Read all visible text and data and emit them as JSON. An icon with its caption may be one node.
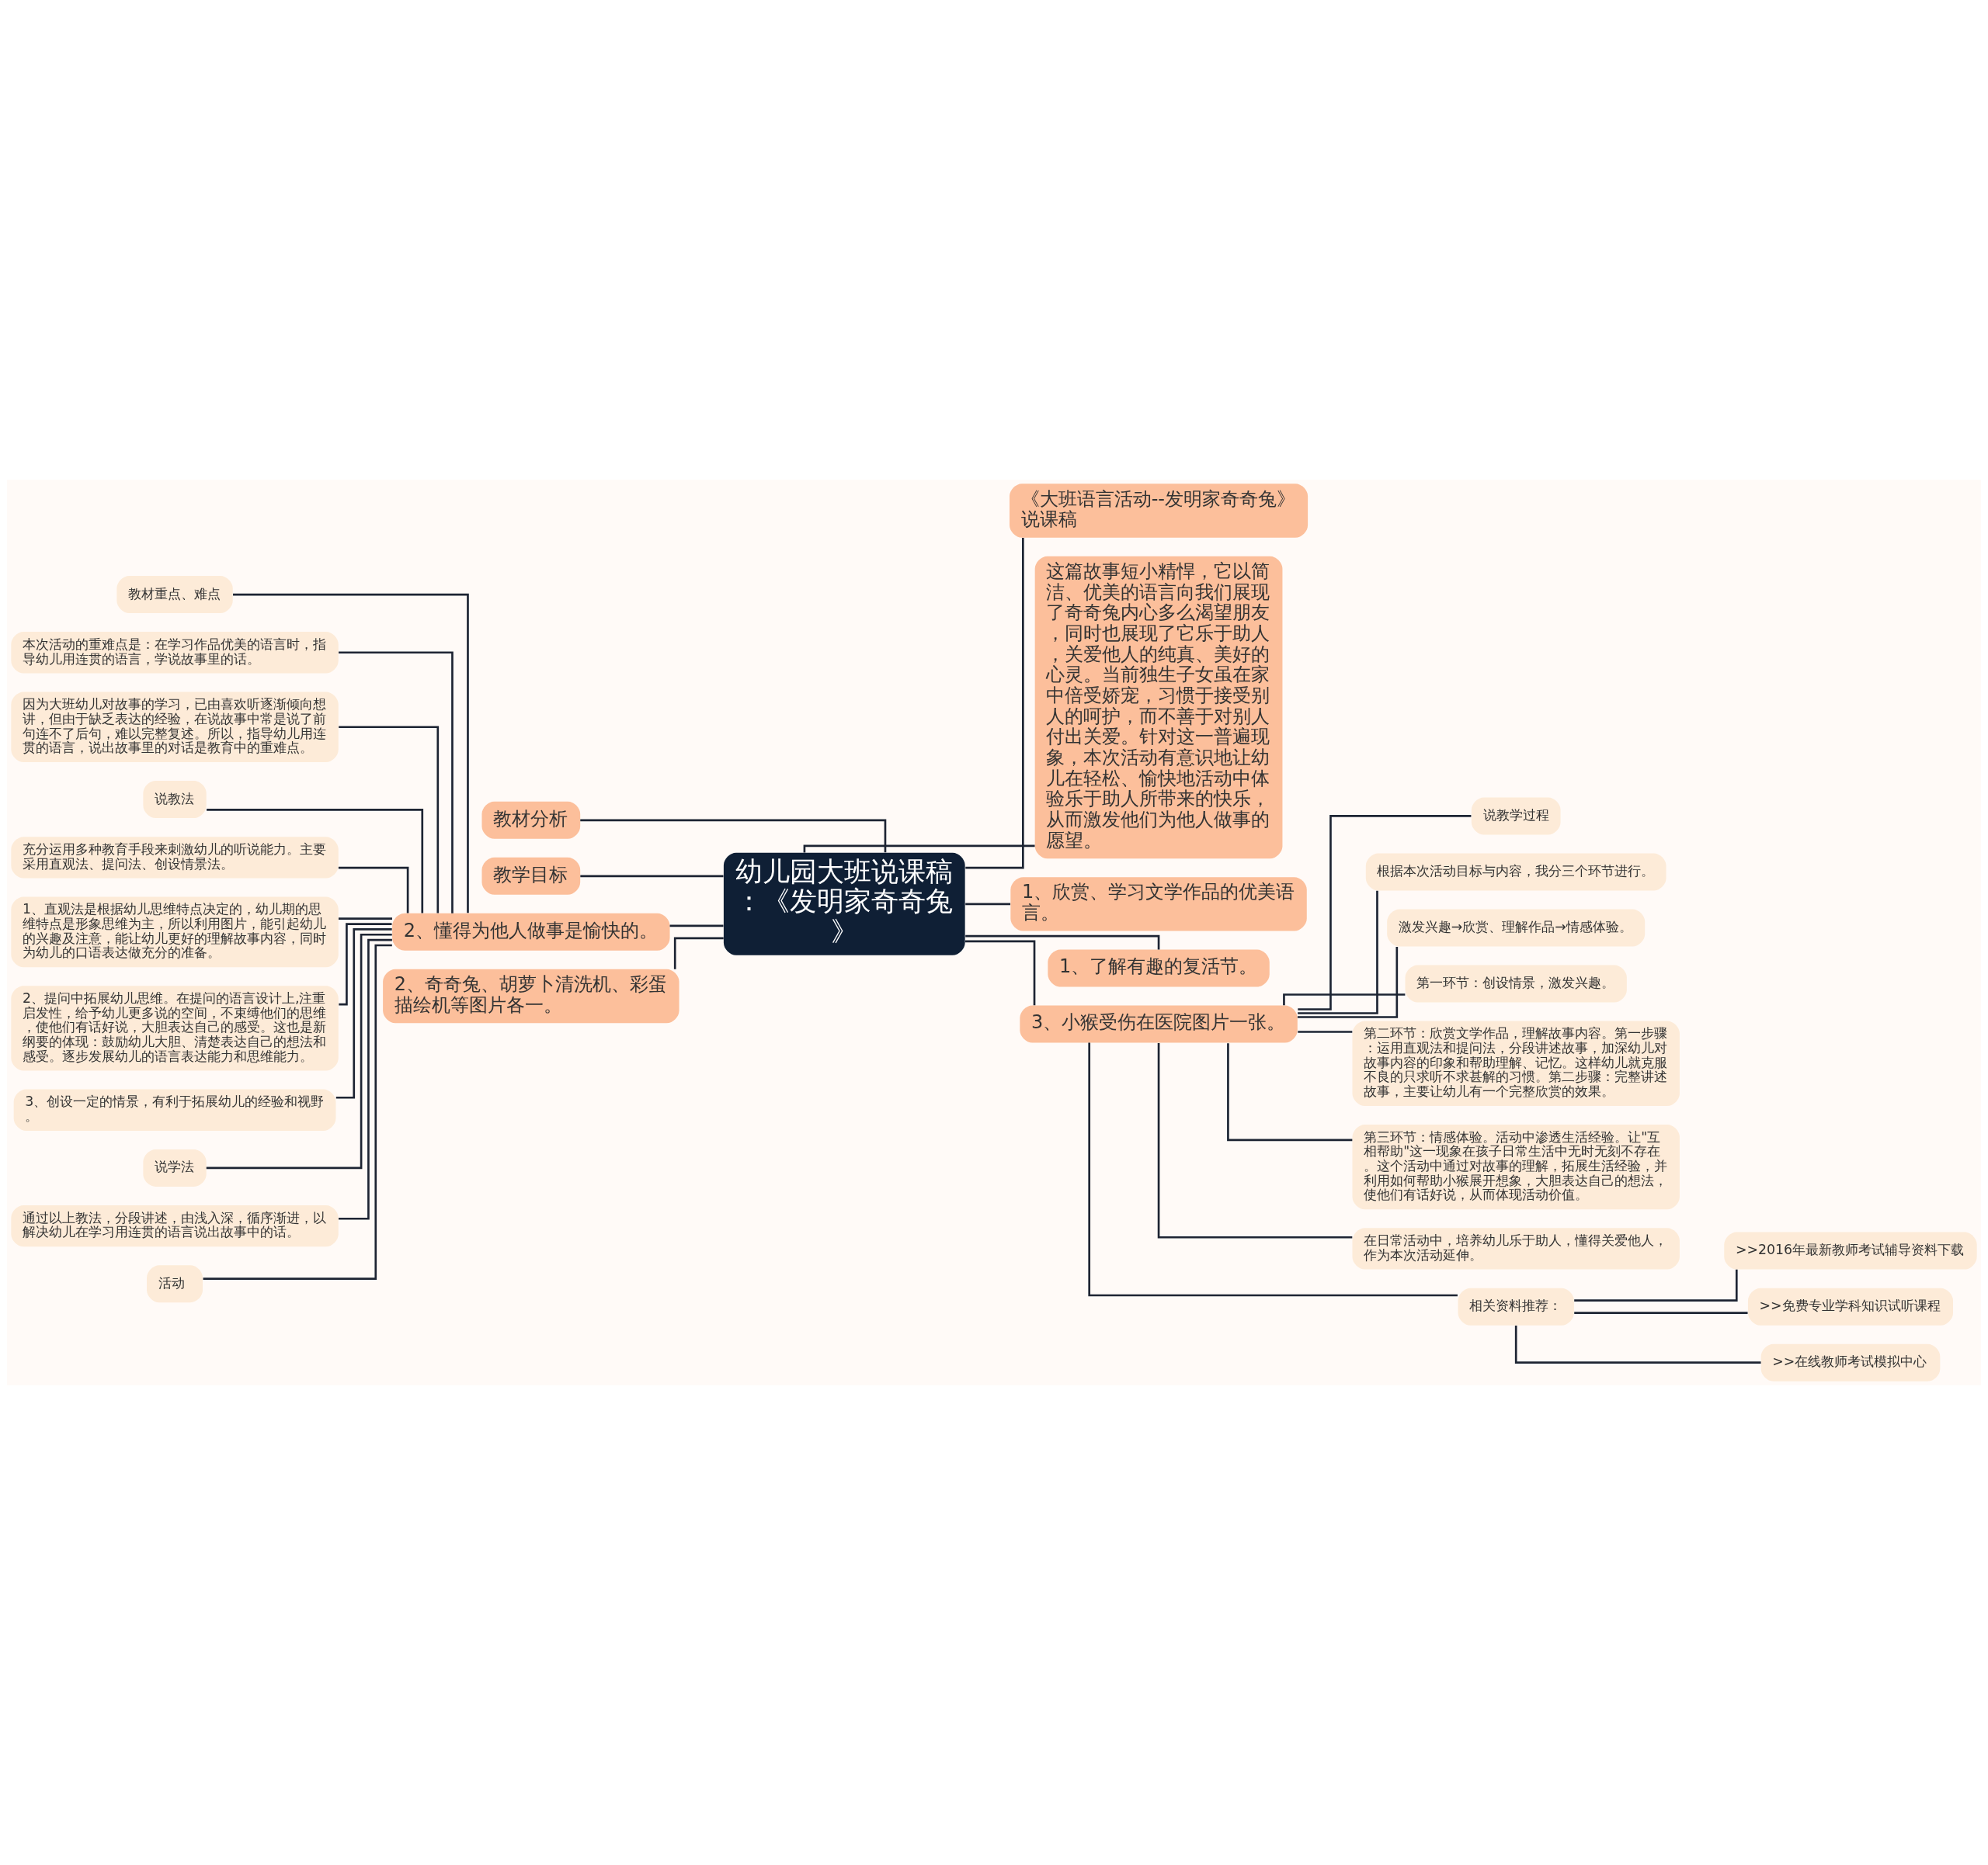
{
  "diagram": {
    "nodes": [
      {
        "text": [
          "幼儿园大班说课稿：《发明家奇奇兔》"
        ]
      },
      {
        "text": [
          "教材分析"
        ]
      },
      {
        "text": [
          "教学目标"
        ]
      },
      {
        "text": [
          "2、懂得为他人做事是愉快的。"
        ]
      },
      {
        "text": [
          "教材重点、难点"
        ]
      },
      {
        "text": [
          "本次活动的重难点是：在学习作品优美的语言时，指导幼儿用连贯的语言，学说故事里的话。"
        ]
      },
      {
        "text": [
          "因为大班幼儿对故事的学习，已由喜欢听逐渐倾向想讲，但由于缺乏表达的经验，在说故事中常是说了前句连不了后句，难以完整复述。所以，指导幼儿用连贯的语言，说出故事里的对话是教育中的重难点。"
        ]
      },
      {
        "text": [
          "说教法"
        ]
      },
      {
        "text": [
          "充分运用多种教育手段来刺激幼儿的听说能力。主要采用直观法、提问法、创设情景法。"
        ]
      },
      {
        "text": [
          "1、直观法是根据幼儿思维特点决定的，幼儿期的思维特点是形象思维为主，所以利用图片，能引起幼儿的兴趣及注意，能让幼儿更好的理解故事内容，同时为幼儿的口语表达做充分的准备。"
        ]
      },
      {
        "text": [
          "2、提问中拓展幼儿思维。在提问的语言设计上,注重启发性，给予幼儿更多说的空间，不束缚他们的思维，使他们有话好说，大胆表达自己的感受。这也是新纲要的体现：鼓励幼儿大胆、清楚表达自己的想法和感受。逐步发展幼儿的语言表达能力和思维能力。"
        ]
      },
      {
        "text": [
          "3、创设一定的情景，有利于拓展幼儿的经验和视野。"
        ]
      },
      {
        "text": [
          "说学法"
        ]
      },
      {
        "text": [
          "通过以上教法，分段讲述，由浅入深，循序渐进，以解决幼儿在学习用连贯的语言说出故事中的话。"
        ]
      },
      {
        "text": [
          "活动"
        ]
      },
      {
        "text": [
          "2、奇奇兔、胡萝卜清洗机、彩蛋描绘机等图片各一。"
        ]
      },
      {
        "text": [
          "《大班语言活动--发明家奇奇兔》说课稿"
        ]
      },
      {
        "text": [
          "这篇故事短小精悍，它以简洁、优美的语言向我们展现了奇奇兔内心多么渴望朋友，同时也展现了它乐于助人，关爱他人的纯真、美好的心灵。当前独生子女虽在家中倍受娇宠，习惯于接受别人的呵护，而不善于对别人付出关爱。针对这一普遍现象，本次活动有意识地让幼儿在轻松、愉快地活动中体验乐于助人所带来的快乐，从而激发他们为他人做事的愿望。"
        ]
      },
      {
        "text": [
          "1、欣赏、学习文学作品的优美语言。"
        ]
      },
      {
        "text": [
          "1、了解有趣的复活节。"
        ]
      },
      {
        "text": [
          "3、小猴受伤在医院图片一张。"
        ]
      },
      {
        "text": [
          "说教学过程"
        ]
      },
      {
        "text": [
          "根据本次活动目标与内容，我分三个环节进行。"
        ]
      },
      {
        "text": [
          "激发兴趣→欣赏、理解作品→情感体验。"
        ]
      },
      {
        "text": [
          "第一环节：创设情景，激发兴趣。"
        ]
      },
      {
        "text": [
          "第二环节：欣赏文学作品，理解故事内容。第一步骤：运用直观法和提问法，分段讲述故事，加深幼儿对故事内容的印象和帮助理解、记忆。这样幼儿就克服不良的只求听不求甚解的习惯。第二步骤：完整讲述故事，主要让幼儿有一个完整欣赏的效果。"
        ]
      },
      {
        "text": [
          "第三环节：情感体验。活动中渗透生活经验。让\"互相帮助\"这一现象在孩子日常生活中无时无刻不存在。这个活动中通过对故事的理解，拓展生活经验，并利用如何帮助小猴展开想象，大胆表达自己的想法，使他们有话好说，从而体现活动价值。"
        ]
      },
      {
        "text": [
          "在日常活动中，培养幼儿乐于助人，懂得关爱他人，作为本次活动延伸。"
        ]
      },
      {
        "text": [
          "相关资料推荐："
        ]
      },
      {
        "text": [
          ">>2016年最新教师考试辅导资料下载"
        ]
      },
      {
        "text": [
          ">>免费专业学科知识试听课程"
        ]
      },
      {
        "text": [
          ">>在线教师考试模拟中心"
        ]
      }
    ],
    "edges": [
      {
        "from": 0,
        "to": 1,
        "arrow": "none"
      },
      {
        "from": 0,
        "to": 2,
        "arrow": "none"
      },
      {
        "from": 0,
        "to": 3,
        "arrow": "none"
      },
      {
        "from": 3,
        "to": 4,
        "arrow": "none"
      },
      {
        "from": 3,
        "to": 5,
        "arrow": "none"
      },
      {
        "from": 3,
        "to": 6,
        "arrow": "none"
      },
      {
        "from": 3,
        "to": 7,
        "arrow": "none"
      },
      {
        "from": 3,
        "to": 8,
        "arrow": "none"
      },
      {
        "from": 3,
        "to": 9,
        "arrow": "none"
      },
      {
        "from": 3,
        "to": 10,
        "arrow": "none"
      },
      {
        "from": 3,
        "to": 11,
        "arrow": "none"
      },
      {
        "from": 3,
        "to": 12,
        "arrow": "none"
      },
      {
        "from": 3,
        "to": 13,
        "arrow": "none"
      },
      {
        "from": 3,
        "to": 14,
        "arrow": "none"
      },
      {
        "from": 0,
        "to": 15,
        "arrow": "none"
      },
      {
        "from": 0,
        "to": 16,
        "arrow": "none"
      },
      {
        "from": 0,
        "to": 17,
        "arrow": "none"
      },
      {
        "from": 0,
        "to": 18,
        "arrow": "none"
      },
      {
        "from": 0,
        "to": 19,
        "arrow": "none"
      },
      {
        "from": 0,
        "to": 20,
        "arrow": "none"
      },
      {
        "from": 20,
        "to": 21,
        "arrow": "none"
      },
      {
        "from": 20,
        "to": 22,
        "arrow": "none"
      },
      {
        "from": 20,
        "to": 23,
        "arrow": "none"
      },
      {
        "from": 20,
        "to": 24,
        "arrow": "none"
      },
      {
        "from": 20,
        "to": 25,
        "arrow": "none"
      },
      {
        "from": 20,
        "to": 26,
        "arrow": "none"
      },
      {
        "from": 20,
        "to": 27,
        "arrow": "none"
      },
      {
        "from": 20,
        "to": 28,
        "arrow": "none"
      },
      {
        "from": 28,
        "to": 29,
        "arrow": "none"
      },
      {
        "from": 28,
        "to": 30,
        "arrow": "none"
      },
      {
        "from": 28,
        "to": 31,
        "arrow": "none"
      }
    ]
  }
}
